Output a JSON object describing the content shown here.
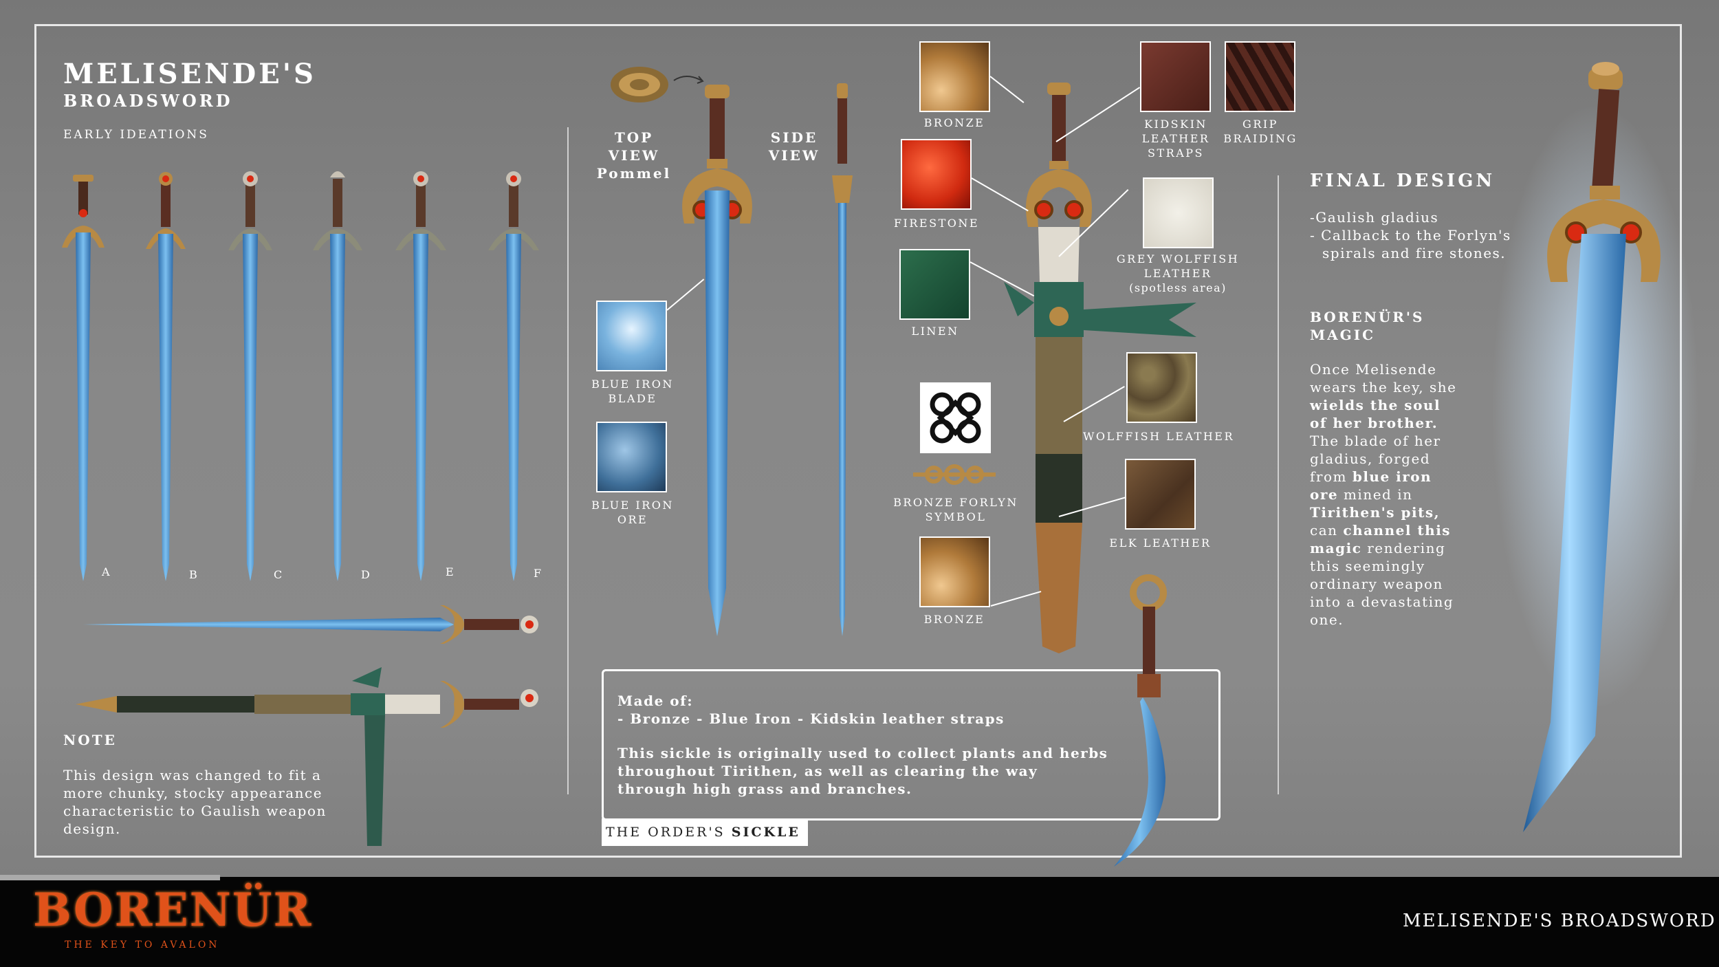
{
  "title": {
    "line1": "MELISENDE'S",
    "line2": "BROADSWORD"
  },
  "early": {
    "heading": "EARLY IDEATIONS",
    "letters": [
      "A",
      "B",
      "C",
      "D",
      "E",
      "F"
    ]
  },
  "note": {
    "heading": "NOTE",
    "text": "This design was changed to fit a more chunky, stocky appearance characteristic to Gaulish weapon design."
  },
  "views": {
    "top_line1": "TOP VIEW",
    "top_line2": "Pommel",
    "side_line1": "SIDE",
    "side_line2": "VIEW"
  },
  "materials": {
    "blue_iron_blade": "BLUE IRON BLADE",
    "blue_iron_ore": "BLUE IRON ORE",
    "bronze_top": "BRONZE",
    "firestone": "FIRESTONE",
    "linen": "LINEN",
    "kidskin": "KIDSKIN LEATHER STRAPS",
    "grip": "GRIP BRAIDING",
    "grey_wolffish": "GREY WOLFFISH LEATHER",
    "grey_wolffish_sub": "(spotless area)",
    "forlyn": "BRONZE FORLYN SYMBOL",
    "wolffish": "WOLFFISH LEATHER",
    "elk": "ELK LEATHER",
    "bronze_bottom": "BRONZE"
  },
  "sickle": {
    "made_of_label": "Made of:",
    "made_of": "- Bronze - Blue Iron - Kidskin leather straps",
    "desc": "This sickle is originally used to collect plants and herbs throughout Tirithen, as well as clearing the way through high grass and branches.",
    "tab_prefix": "THE ORDER'S",
    "tab_bold": "SICKLE"
  },
  "final": {
    "heading": "FINAL DESIGN",
    "bullet1": "-Gaulish gladius",
    "bullet2": "- Callback to the Forlyn's spirals and fire stones.",
    "magic_heading": "BORENÜR'S MAGIC",
    "p1": "Once Melisende wears the key,",
    "p2": "she",
    "p3": "wields the soul of her brother.",
    "p4": "The blade of her gladius, forged from",
    "p5": "blue iron ore",
    "p6": "mined in",
    "p7": "Tirithen's pits,",
    "p8": "can",
    "p9": "channel this magic",
    "p10": "rendering this seemingly ordinary weapon into a devastating one."
  },
  "footer": {
    "logo": "BORENÜR",
    "tagline": "THE KEY TO AVALON",
    "right": "MELISENDE'S BROADSWORD"
  },
  "colors": {
    "blade": "#4f94d6",
    "bronze": "#b78a45",
    "leather": "#5a2e22",
    "gem": "#d92a12",
    "accent_orange": "#e0521a"
  }
}
